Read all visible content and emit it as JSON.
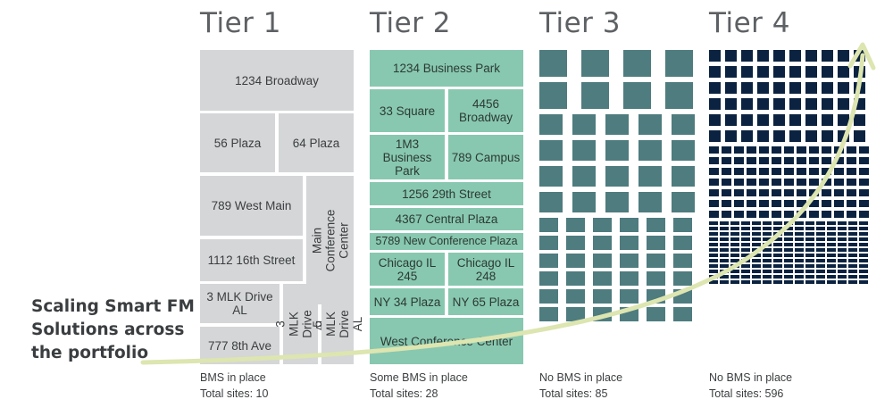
{
  "tiers": [
    {
      "title": "Tier 1",
      "status": "BMS in place",
      "total": "Total sites: 10"
    },
    {
      "title": "Tier 2",
      "status": "Some BMS in place",
      "total": "Total sites: 28"
    },
    {
      "title": "Tier 3",
      "status": "No BMS in place",
      "total": "Total sites: 85"
    },
    {
      "title": "Tier 4",
      "status": "No BMS in place",
      "total": "Total sites: 596"
    }
  ],
  "tier1_sites": [
    "1234 Broadway",
    "56 Plaza",
    "64 Plaza",
    "789 West Main",
    "Main\nConference\nCenter",
    "1112 16th Street",
    "3 MLK Drive\nAL",
    "3 MLK Drive\nAL",
    "5 MLK Drive\nAL",
    "777 8th Ave"
  ],
  "tier2_sites": [
    "1234 Business Park",
    "33 Square",
    "4456\nBroadway",
    "1M3\nBusiness\nPark",
    "789 Campus",
    "1256 29th Street",
    "4367 Central Plaza",
    "5789 New Conference Plaza",
    "Chicago IL\n245",
    "Chicago IL\n248",
    "NY 34 Plaza",
    "NY 65 Plaza",
    "West Conference Center"
  ],
  "side_label": [
    "Scaling Smart FM",
    "Solutions across",
    "the portfolio"
  ],
  "colors": {
    "tier1": "#d4d6d7",
    "tier2": "#88c8b0",
    "tier3": "#4e7c7f",
    "tier4": "#0b2340",
    "arrow": "#dde5b0"
  }
}
